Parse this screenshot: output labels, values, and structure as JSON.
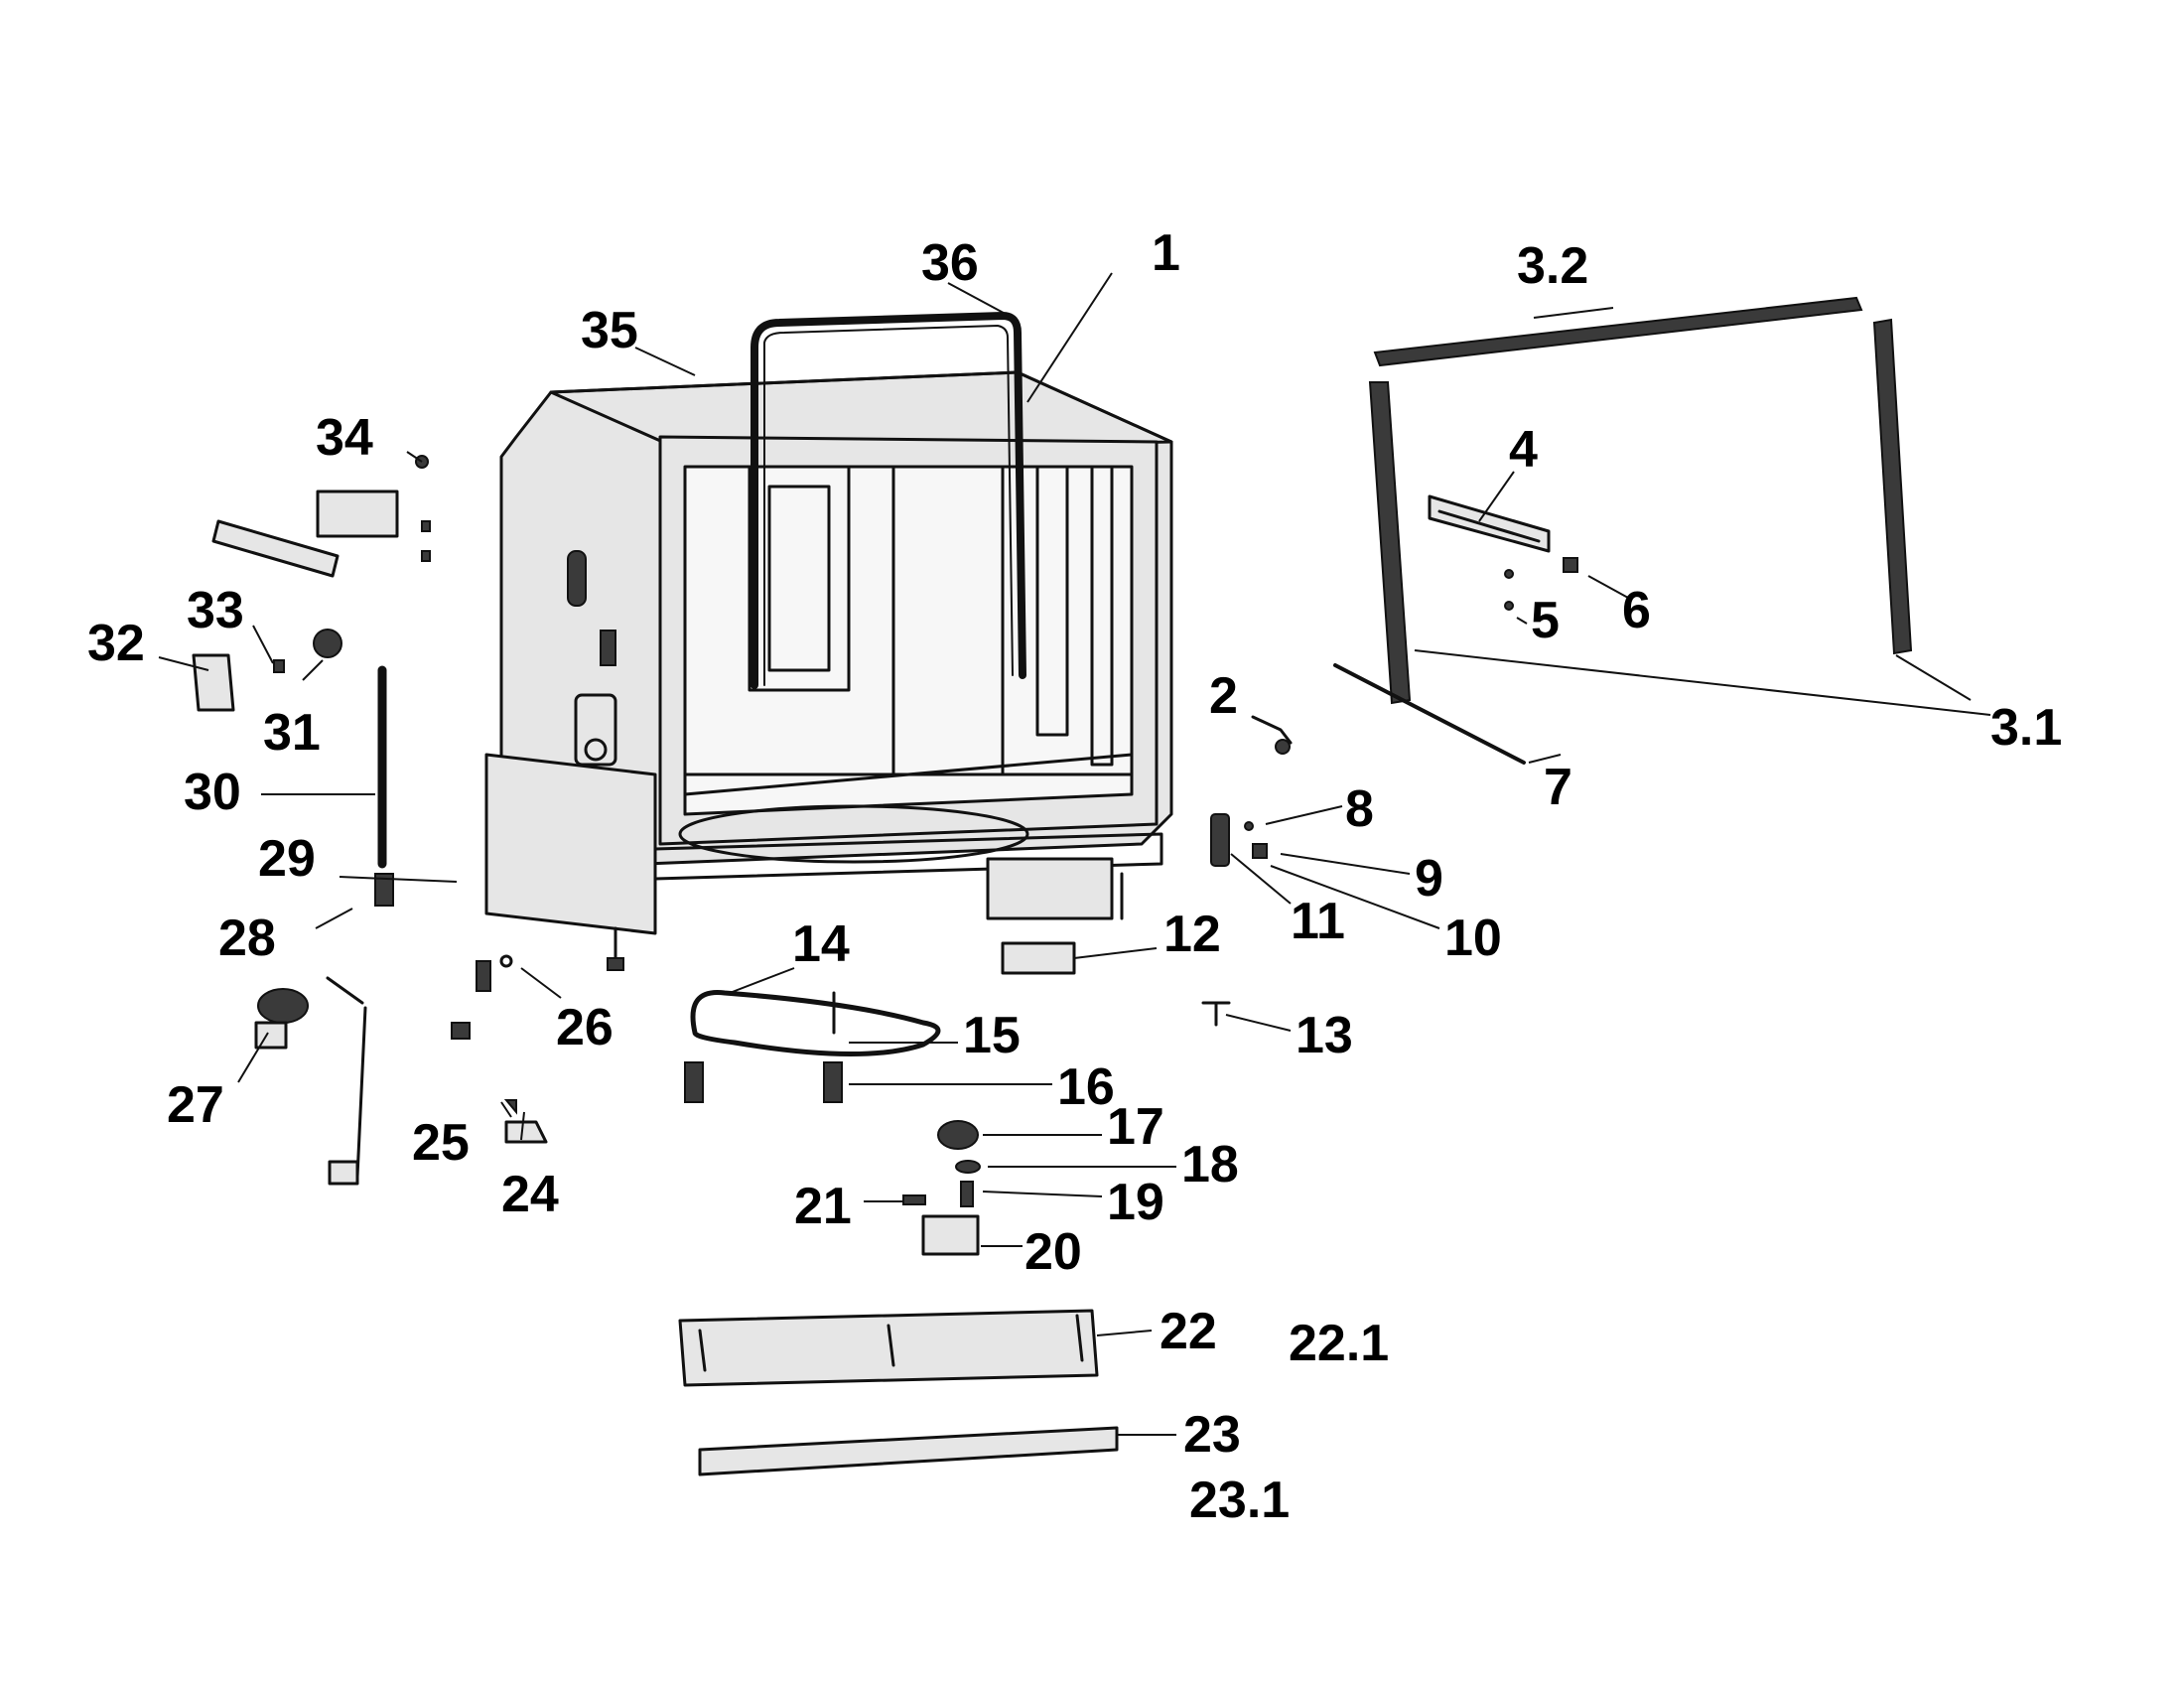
{
  "callouts": [
    {
      "id": "1",
      "label": "1"
    },
    {
      "id": "2",
      "label": "2"
    },
    {
      "id": "3.1",
      "label": "3.1"
    },
    {
      "id": "3.2",
      "label": "3.2"
    },
    {
      "id": "4",
      "label": "4"
    },
    {
      "id": "5",
      "label": "5"
    },
    {
      "id": "6",
      "label": "6"
    },
    {
      "id": "7",
      "label": "7"
    },
    {
      "id": "8",
      "label": "8"
    },
    {
      "id": "9",
      "label": "9"
    },
    {
      "id": "10",
      "label": "10"
    },
    {
      "id": "11",
      "label": "11"
    },
    {
      "id": "12",
      "label": "12"
    },
    {
      "id": "13",
      "label": "13"
    },
    {
      "id": "14",
      "label": "14"
    },
    {
      "id": "15",
      "label": "15"
    },
    {
      "id": "16",
      "label": "16"
    },
    {
      "id": "17",
      "label": "17"
    },
    {
      "id": "18",
      "label": "18"
    },
    {
      "id": "19",
      "label": "19"
    },
    {
      "id": "20",
      "label": "20"
    },
    {
      "id": "21",
      "label": "21"
    },
    {
      "id": "22",
      "label": "22"
    },
    {
      "id": "22.1",
      "label": "22.1"
    },
    {
      "id": "23",
      "label": "23"
    },
    {
      "id": "23.1",
      "label": "23.1"
    },
    {
      "id": "24",
      "label": "24"
    },
    {
      "id": "25",
      "label": "25"
    },
    {
      "id": "26",
      "label": "26"
    },
    {
      "id": "27",
      "label": "27"
    },
    {
      "id": "28",
      "label": "28"
    },
    {
      "id": "29",
      "label": "29"
    },
    {
      "id": "30",
      "label": "30"
    },
    {
      "id": "31",
      "label": "31"
    },
    {
      "id": "32",
      "label": "32"
    },
    {
      "id": "33",
      "label": "33"
    },
    {
      "id": "34",
      "label": "34"
    },
    {
      "id": "35",
      "label": "35"
    },
    {
      "id": "36",
      "label": "36"
    }
  ]
}
